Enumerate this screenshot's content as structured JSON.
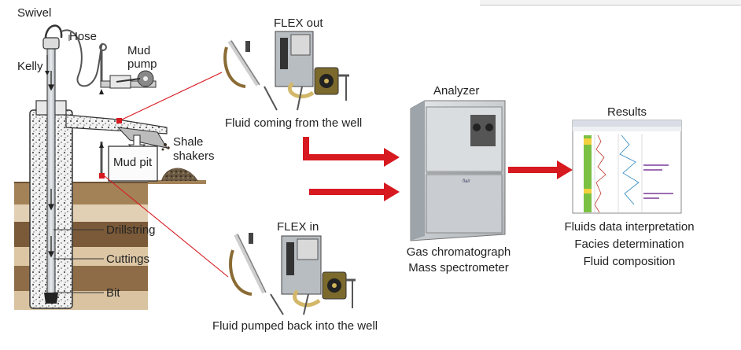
{
  "rig": {
    "swivel": "Swivel",
    "hose": "Hose",
    "kelly": "Kelly",
    "mud_pump_line1": "Mud",
    "mud_pump_line2": "pump",
    "shale_line1": "Shale",
    "shale_line2": "shakers",
    "mud_pit": "Mud pit",
    "drillstring": "Drillstring",
    "cuttings": "Cuttings",
    "bit": "Bit"
  },
  "flex_out": {
    "title": "FLEX out",
    "caption": "Fluid coming from the well"
  },
  "flex_in": {
    "title": "FLEX in",
    "caption": "Fluid pumped back into the well"
  },
  "analyzer": {
    "title": "Analyzer",
    "line1": "Gas chromatograph",
    "line2": "Mass spectrometer"
  },
  "results": {
    "title": "Results",
    "line1": "Fluids data interpretation",
    "line2": "Facies determination",
    "line3": "Fluid composition"
  },
  "colors": {
    "arrow": "#d71920",
    "connector": "#d71920",
    "earth": "#8a6a45",
    "analyzer_body": "#cfd3d6"
  }
}
